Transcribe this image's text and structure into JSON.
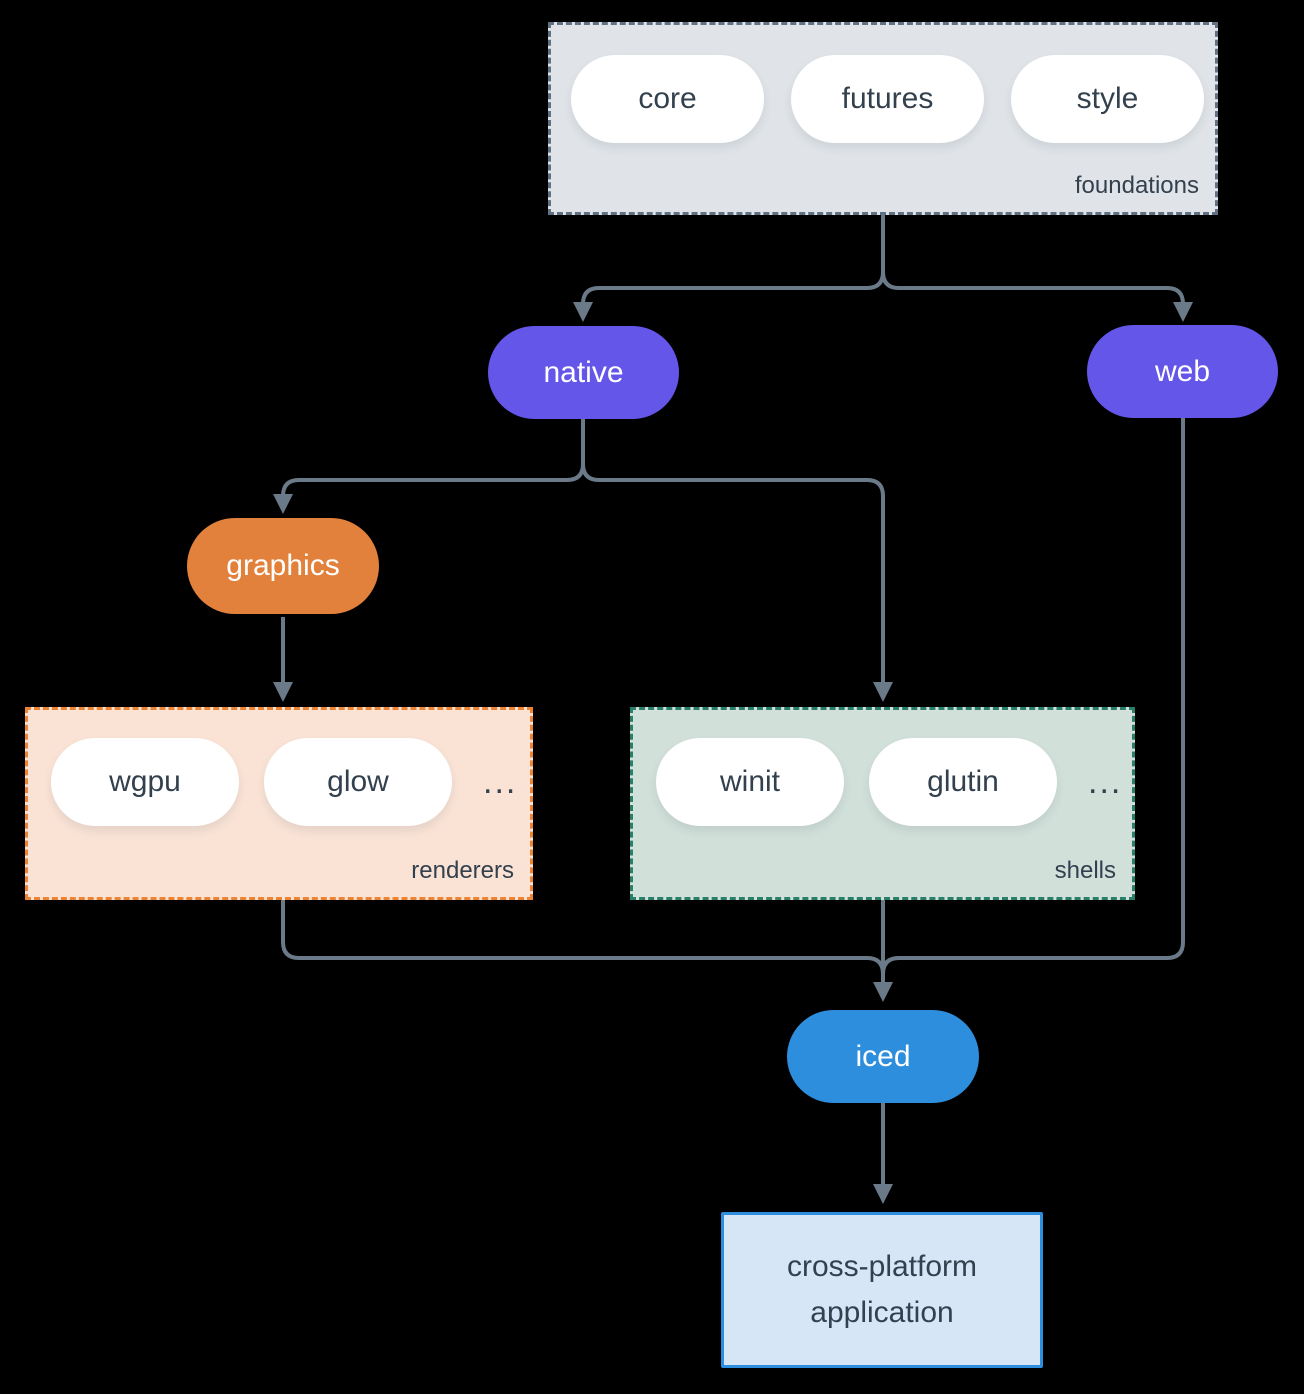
{
  "colors": {
    "bg": "#000000",
    "arrow": "#6b7a89",
    "slate_border": "#5f7183",
    "grey_fill": "#e0e4e8",
    "purple": "#6456e8",
    "orange": "#e2813c",
    "peach_fill": "#fae3d5",
    "orange_border": "#ec8433",
    "sage_fill": "#d2e0da",
    "teal_border": "#2a7f6b",
    "blue": "#2e8ede",
    "blue_fill": "#d7e6f6",
    "text_dark": "#33404e",
    "text_light": "#ffffff"
  },
  "diagram": {
    "foundations": {
      "label": "foundations",
      "pills": [
        "core",
        "futures",
        "style"
      ]
    },
    "native": {
      "label": "native"
    },
    "web": {
      "label": "web"
    },
    "graphics": {
      "label": "graphics"
    },
    "renderers": {
      "label": "renderers",
      "pills": [
        "wgpu",
        "glow"
      ],
      "ellipsis": "..."
    },
    "shells": {
      "label": "shells",
      "pills": [
        "winit",
        "glutin"
      ],
      "ellipsis": "..."
    },
    "iced": {
      "label": "iced"
    },
    "application": {
      "label": "cross-platform application"
    }
  }
}
